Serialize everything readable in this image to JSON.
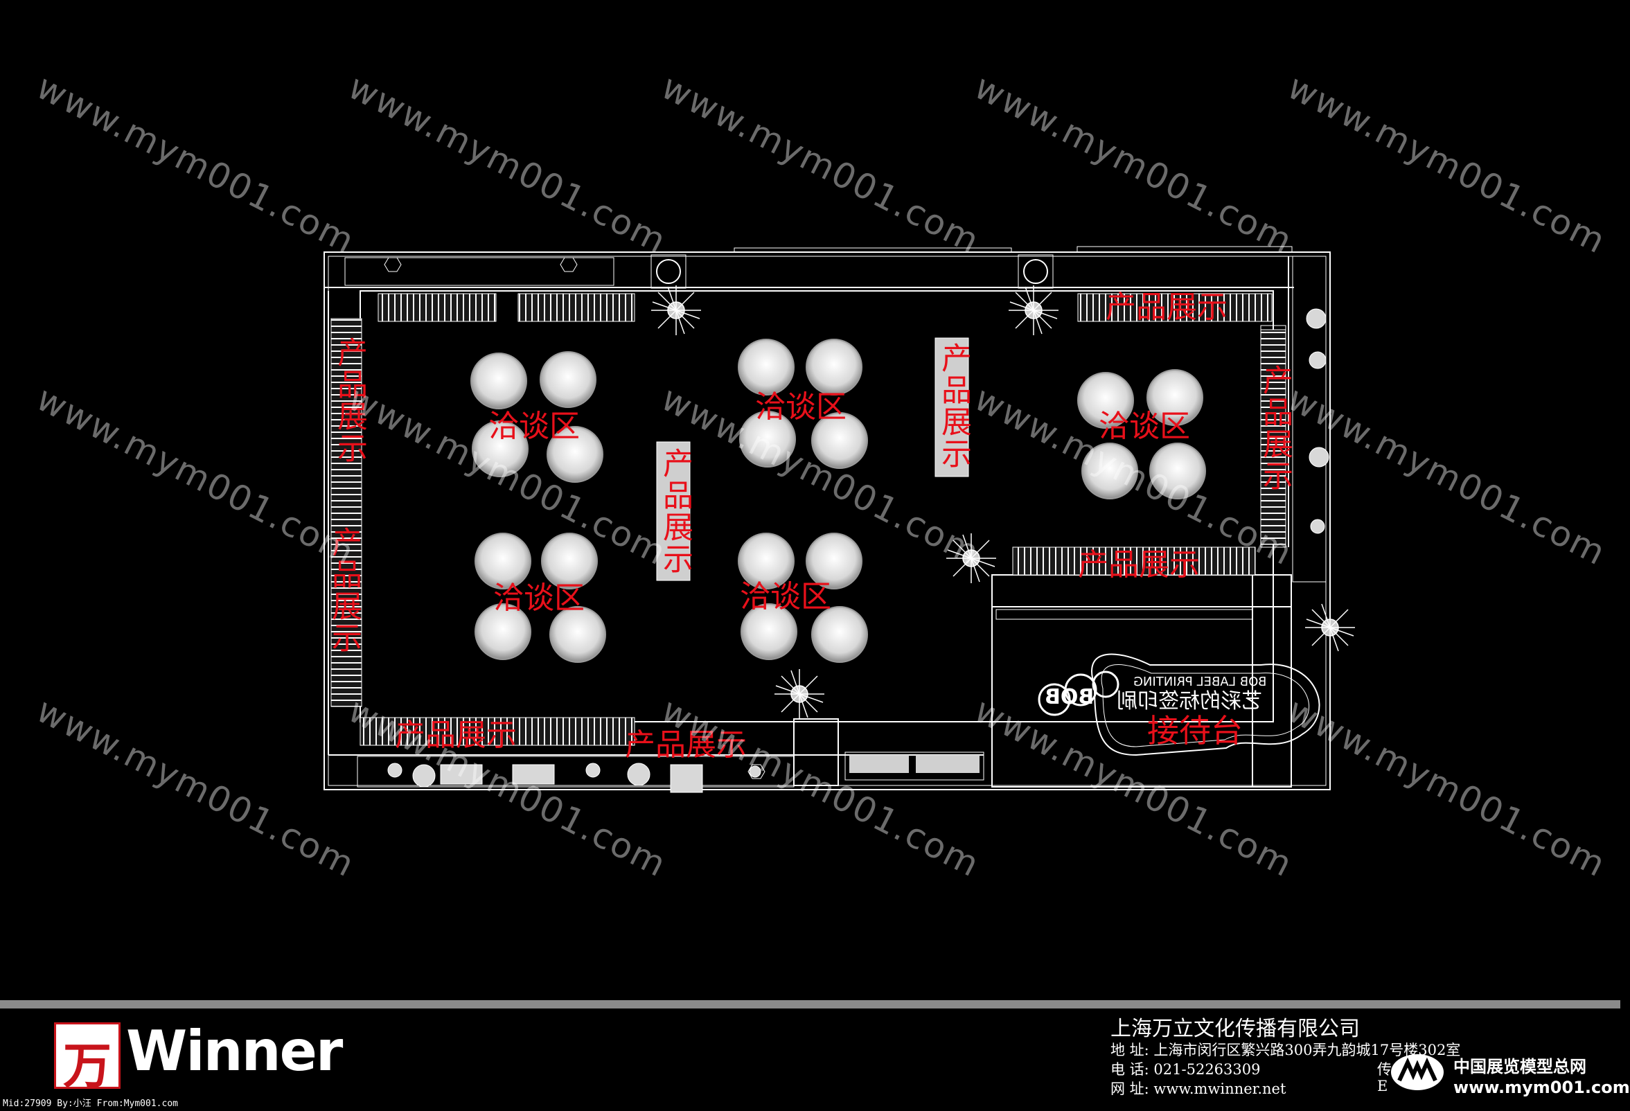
{
  "zones": {
    "negotiation_label": "洽谈区",
    "product_label": "产品展示",
    "reception_label": "接待台"
  },
  "reception_sign": {
    "logo_text": "BOB",
    "sign_english": "BOB LABEL PRINTING",
    "sign_chinese": "艺彩的标签印刷"
  },
  "watermark": "www.mym001.com",
  "footer": {
    "brand": "Winner",
    "company": "上海万立文化传播有限公司",
    "address": "地 址: 上海市闵行区繁兴路300弄九韵城17号楼302室",
    "phone": "电 话: 021-52263309",
    "website": "网 址: www.mwinner.net",
    "fax_prefix": "传",
    "email_prefix": "E",
    "mid_line": "Mid:27909 By:小汪 From:Mym001.com",
    "site_name": "中国展览模型总网",
    "site_url": "www.mym001.com"
  },
  "colors": {
    "label": "#e8101a",
    "line": "#ffffff",
    "background": "#000000"
  }
}
